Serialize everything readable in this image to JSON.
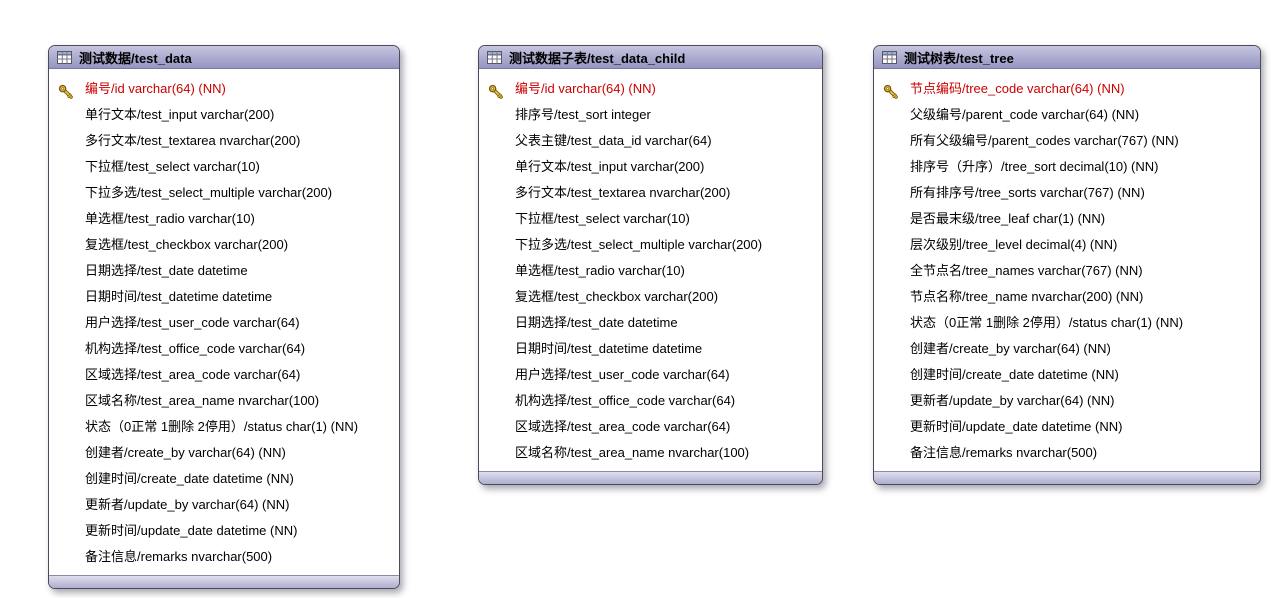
{
  "colors": {
    "header_fill": "#a8a8cc",
    "footer_fill": "#c4c4dc",
    "primary_key_text": "#cc0000",
    "card_border": "#4a4a5a",
    "body_text": "#000000"
  },
  "icons": {
    "table-icon": "spreadsheet-grid",
    "key-icon": "gold-key"
  },
  "diagram": {
    "tables": [
      {
        "title": "测试数据/test_data",
        "columns": [
          {
            "label": "编号/id varchar(64) (NN)",
            "pk": true
          },
          {
            "label": "单行文本/test_input varchar(200)",
            "pk": false
          },
          {
            "label": "多行文本/test_textarea nvarchar(200)",
            "pk": false
          },
          {
            "label": "下拉框/test_select varchar(10)",
            "pk": false
          },
          {
            "label": "下拉多选/test_select_multiple varchar(200)",
            "pk": false
          },
          {
            "label": "单选框/test_radio varchar(10)",
            "pk": false
          },
          {
            "label": "复选框/test_checkbox varchar(200)",
            "pk": false
          },
          {
            "label": "日期选择/test_date datetime",
            "pk": false
          },
          {
            "label": "日期时间/test_datetime datetime",
            "pk": false
          },
          {
            "label": "用户选择/test_user_code varchar(64)",
            "pk": false
          },
          {
            "label": "机构选择/test_office_code varchar(64)",
            "pk": false
          },
          {
            "label": "区域选择/test_area_code varchar(64)",
            "pk": false
          },
          {
            "label": "区域名称/test_area_name nvarchar(100)",
            "pk": false
          },
          {
            "label": "状态（0正常 1删除 2停用）/status char(1) (NN)",
            "pk": false
          },
          {
            "label": "创建者/create_by varchar(64) (NN)",
            "pk": false
          },
          {
            "label": "创建时间/create_date datetime (NN)",
            "pk": false
          },
          {
            "label": "更新者/update_by varchar(64) (NN)",
            "pk": false
          },
          {
            "label": "更新时间/update_date datetime (NN)",
            "pk": false
          },
          {
            "label": "备注信息/remarks nvarchar(500)",
            "pk": false
          }
        ]
      },
      {
        "title": "测试数据子表/test_data_child",
        "columns": [
          {
            "label": "编号/id varchar(64) (NN)",
            "pk": true
          },
          {
            "label": "排序号/test_sort integer",
            "pk": false
          },
          {
            "label": "父表主键/test_data_id varchar(64)",
            "pk": false
          },
          {
            "label": "单行文本/test_input varchar(200)",
            "pk": false
          },
          {
            "label": "多行文本/test_textarea nvarchar(200)",
            "pk": false
          },
          {
            "label": "下拉框/test_select varchar(10)",
            "pk": false
          },
          {
            "label": "下拉多选/test_select_multiple varchar(200)",
            "pk": false
          },
          {
            "label": "单选框/test_radio varchar(10)",
            "pk": false
          },
          {
            "label": "复选框/test_checkbox varchar(200)",
            "pk": false
          },
          {
            "label": "日期选择/test_date datetime",
            "pk": false
          },
          {
            "label": "日期时间/test_datetime datetime",
            "pk": false
          },
          {
            "label": "用户选择/test_user_code varchar(64)",
            "pk": false
          },
          {
            "label": "机构选择/test_office_code varchar(64)",
            "pk": false
          },
          {
            "label": "区域选择/test_area_code varchar(64)",
            "pk": false
          },
          {
            "label": "区域名称/test_area_name nvarchar(100)",
            "pk": false
          }
        ]
      },
      {
        "title": "测试树表/test_tree",
        "columns": [
          {
            "label": "节点编码/tree_code varchar(64) (NN)",
            "pk": true
          },
          {
            "label": "父级编号/parent_code varchar(64) (NN)",
            "pk": false
          },
          {
            "label": "所有父级编号/parent_codes varchar(767) (NN)",
            "pk": false
          },
          {
            "label": "排序号（升序）/tree_sort decimal(10) (NN)",
            "pk": false
          },
          {
            "label": "所有排序号/tree_sorts varchar(767) (NN)",
            "pk": false
          },
          {
            "label": "是否最末级/tree_leaf char(1) (NN)",
            "pk": false
          },
          {
            "label": "层次级别/tree_level decimal(4) (NN)",
            "pk": false
          },
          {
            "label": "全节点名/tree_names varchar(767) (NN)",
            "pk": false
          },
          {
            "label": "节点名称/tree_name nvarchar(200) (NN)",
            "pk": false
          },
          {
            "label": "状态（0正常 1删除 2停用）/status char(1) (NN)",
            "pk": false
          },
          {
            "label": "创建者/create_by varchar(64) (NN)",
            "pk": false
          },
          {
            "label": "创建时间/create_date datetime (NN)",
            "pk": false
          },
          {
            "label": "更新者/update_by varchar(64) (NN)",
            "pk": false
          },
          {
            "label": "更新时间/update_date datetime (NN)",
            "pk": false
          },
          {
            "label": "备注信息/remarks nvarchar(500)",
            "pk": false
          }
        ]
      }
    ]
  }
}
